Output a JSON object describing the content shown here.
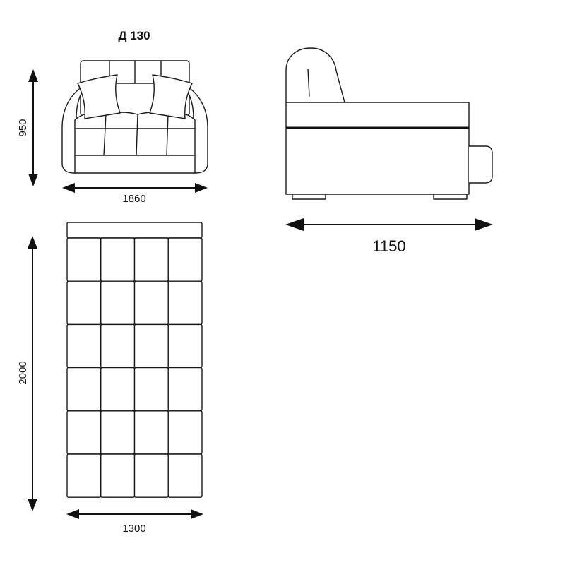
{
  "title": "Д 130",
  "dimensions": {
    "front_height": "950",
    "front_width": "1860",
    "side_depth": "1150",
    "bed_length": "2000",
    "bed_width": "1300"
  },
  "colors": {
    "line": "#1a1a1a",
    "background": "#ffffff"
  }
}
